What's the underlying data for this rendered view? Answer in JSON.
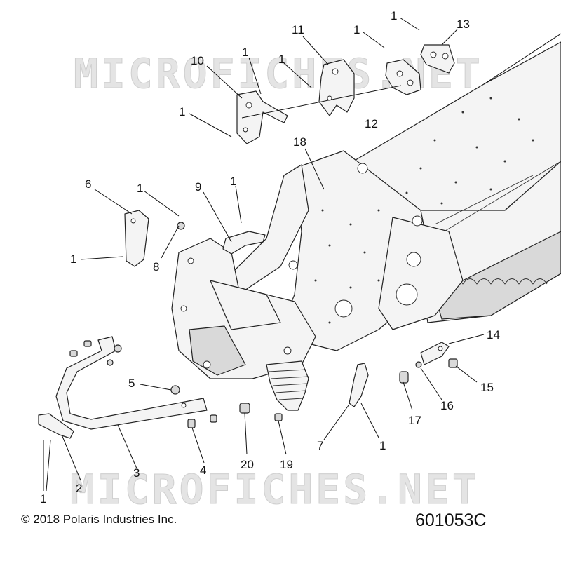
{
  "watermark": "MICROFICHES.NET",
  "footer": {
    "copyright": "© 2018 Polaris Industries Inc.",
    "diagram_number": "601053C"
  },
  "callouts": [
    {
      "id": "c-1-a",
      "label": "1"
    },
    {
      "id": "c-13",
      "label": "13"
    },
    {
      "id": "c-1-b",
      "label": "1"
    },
    {
      "id": "c-11",
      "label": "11"
    },
    {
      "id": "c-1-c",
      "label": "1"
    },
    {
      "id": "c-10",
      "label": "10"
    },
    {
      "id": "c-1-d",
      "label": "1"
    },
    {
      "id": "c-12",
      "label": "12"
    },
    {
      "id": "c-1-e",
      "label": "1"
    },
    {
      "id": "c-18",
      "label": "18"
    },
    {
      "id": "c-6",
      "label": "6"
    },
    {
      "id": "c-1-f",
      "label": "1"
    },
    {
      "id": "c-9",
      "label": "9"
    },
    {
      "id": "c-1-g",
      "label": "1"
    },
    {
      "id": "c-1-h",
      "label": "1"
    },
    {
      "id": "c-8",
      "label": "8"
    },
    {
      "id": "c-14",
      "label": "14"
    },
    {
      "id": "c-15",
      "label": "15"
    },
    {
      "id": "c-16",
      "label": "16"
    },
    {
      "id": "c-17",
      "label": "17"
    },
    {
      "id": "c-5",
      "label": "5"
    },
    {
      "id": "c-7",
      "label": "7"
    },
    {
      "id": "c-1-i",
      "label": "1"
    },
    {
      "id": "c-3",
      "label": "3"
    },
    {
      "id": "c-4",
      "label": "4"
    },
    {
      "id": "c-20",
      "label": "20"
    },
    {
      "id": "c-19",
      "label": "19"
    },
    {
      "id": "c-2",
      "label": "2"
    },
    {
      "id": "c-1-j",
      "label": "1"
    }
  ]
}
